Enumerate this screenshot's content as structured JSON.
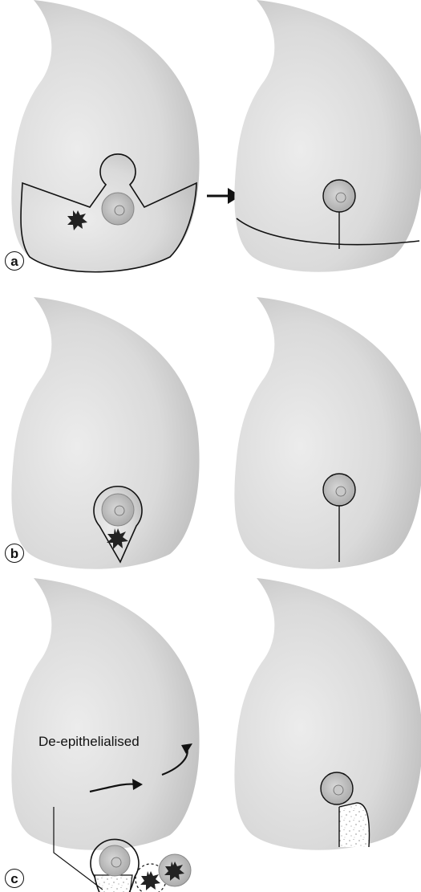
{
  "panels": [
    {
      "label": "a"
    },
    {
      "label": "b"
    },
    {
      "label": "c"
    }
  ],
  "annotations": {
    "deepithelialised": "De-epithelialised"
  },
  "colors": {
    "breast_fill": "#dcdcdc",
    "breast_shadow": "#b8b8b8",
    "stroke": "#111111",
    "nipple_outer": "#cfcfcf",
    "nipple_inner": "#9a9a9a"
  },
  "icons": [
    "arrow-right-icon",
    "tumor-icon",
    "nipple-icon",
    "curved-arrow-icon"
  ]
}
